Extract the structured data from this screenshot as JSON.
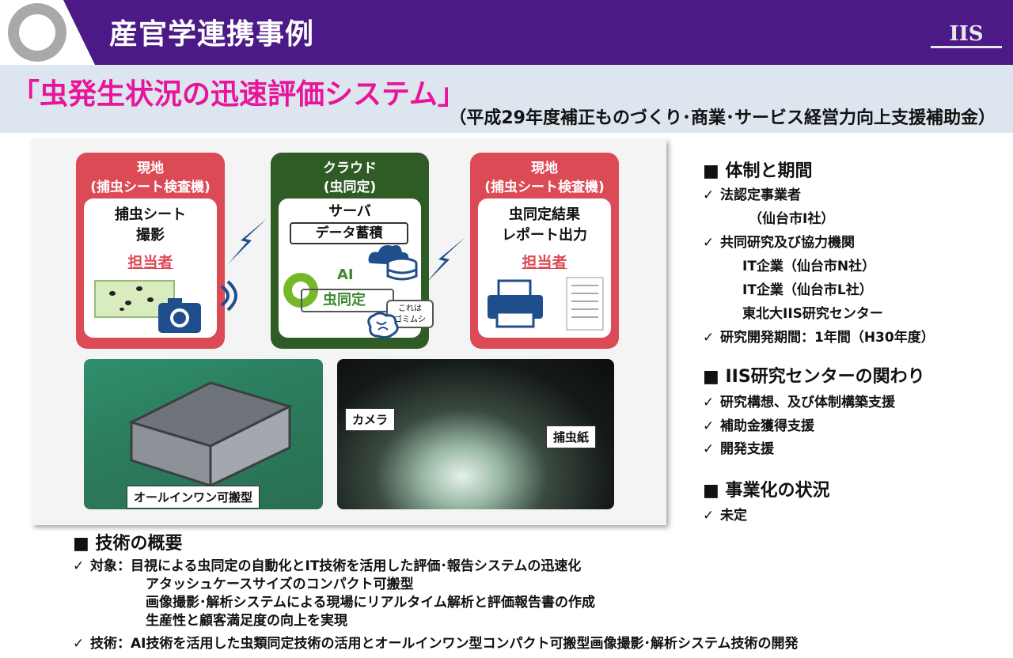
{
  "header": {
    "title": "産官学連携事例",
    "logo_text": "IIS"
  },
  "slide": {
    "main_title": "「虫発生状況の迅速評価システム」",
    "subtitle": "（平成29年度補正ものづくり･商業･サービス経営力向上支援補助金）"
  },
  "diagram": {
    "left_card": {
      "header_line1": "現地",
      "header_line2": "(捕虫シート検査機)",
      "body_line1": "捕虫シート",
      "body_line2": "撮影",
      "person": "担当者"
    },
    "cloud_card": {
      "header_line1": "クラウド",
      "header_line2": "(虫同定)",
      "server": "サーバ",
      "storage": "データ蓄積",
      "ai": "AI",
      "identify": "虫同定",
      "bubble_line1": "これは",
      "bubble_line2": "ゴミムシ"
    },
    "right_card": {
      "header_line1": "現地",
      "header_line2": "(捕虫シート検査機)",
      "body_line1": "虫同定結果",
      "body_line2": "レポート出力",
      "person": "担当者"
    },
    "photo_left_label": "オールインワン可搬型",
    "photo_right_label_camera": "カメラ",
    "photo_right_label_paper": "捕虫紙"
  },
  "sidebar": {
    "section1": {
      "heading": "■ 体制と期間",
      "items": [
        "法認定事業者",
        "（仙台市I社）",
        "共同研究及び協力機関",
        "IT企業（仙台市N社）",
        "IT企業（仙台市L社）",
        "東北大IIS研究センター",
        "研究開発期間：1年間（H30年度）"
      ]
    },
    "section2": {
      "heading": "■ IIS研究センターの関わり",
      "items": [
        "研究構想、及び体制構築支援",
        "補助金獲得支援",
        "開発支援"
      ]
    },
    "section3": {
      "heading": "■ 事業化の状況",
      "items": [
        "未定"
      ]
    },
    "check": "✓"
  },
  "overview": {
    "heading": "■ 技術の概要",
    "target_label": "対象：",
    "target_lines": [
      "目視による虫同定の自動化とIT技術を活用した評価･報告システムの迅速化",
      "アタッシュケースサイズのコンパクト可搬型",
      "画像撮影･解析システムによる現場にリアルタイム解析と評価報告書の作成",
      "生産性と顧客満足度の向上を実現"
    ],
    "tech_label": "技術：",
    "tech_line": "AI技術を活用した虫類同定技術の活用とオールインワン型コンパクト可搬型画像撮影･解析システム技術の開発"
  }
}
